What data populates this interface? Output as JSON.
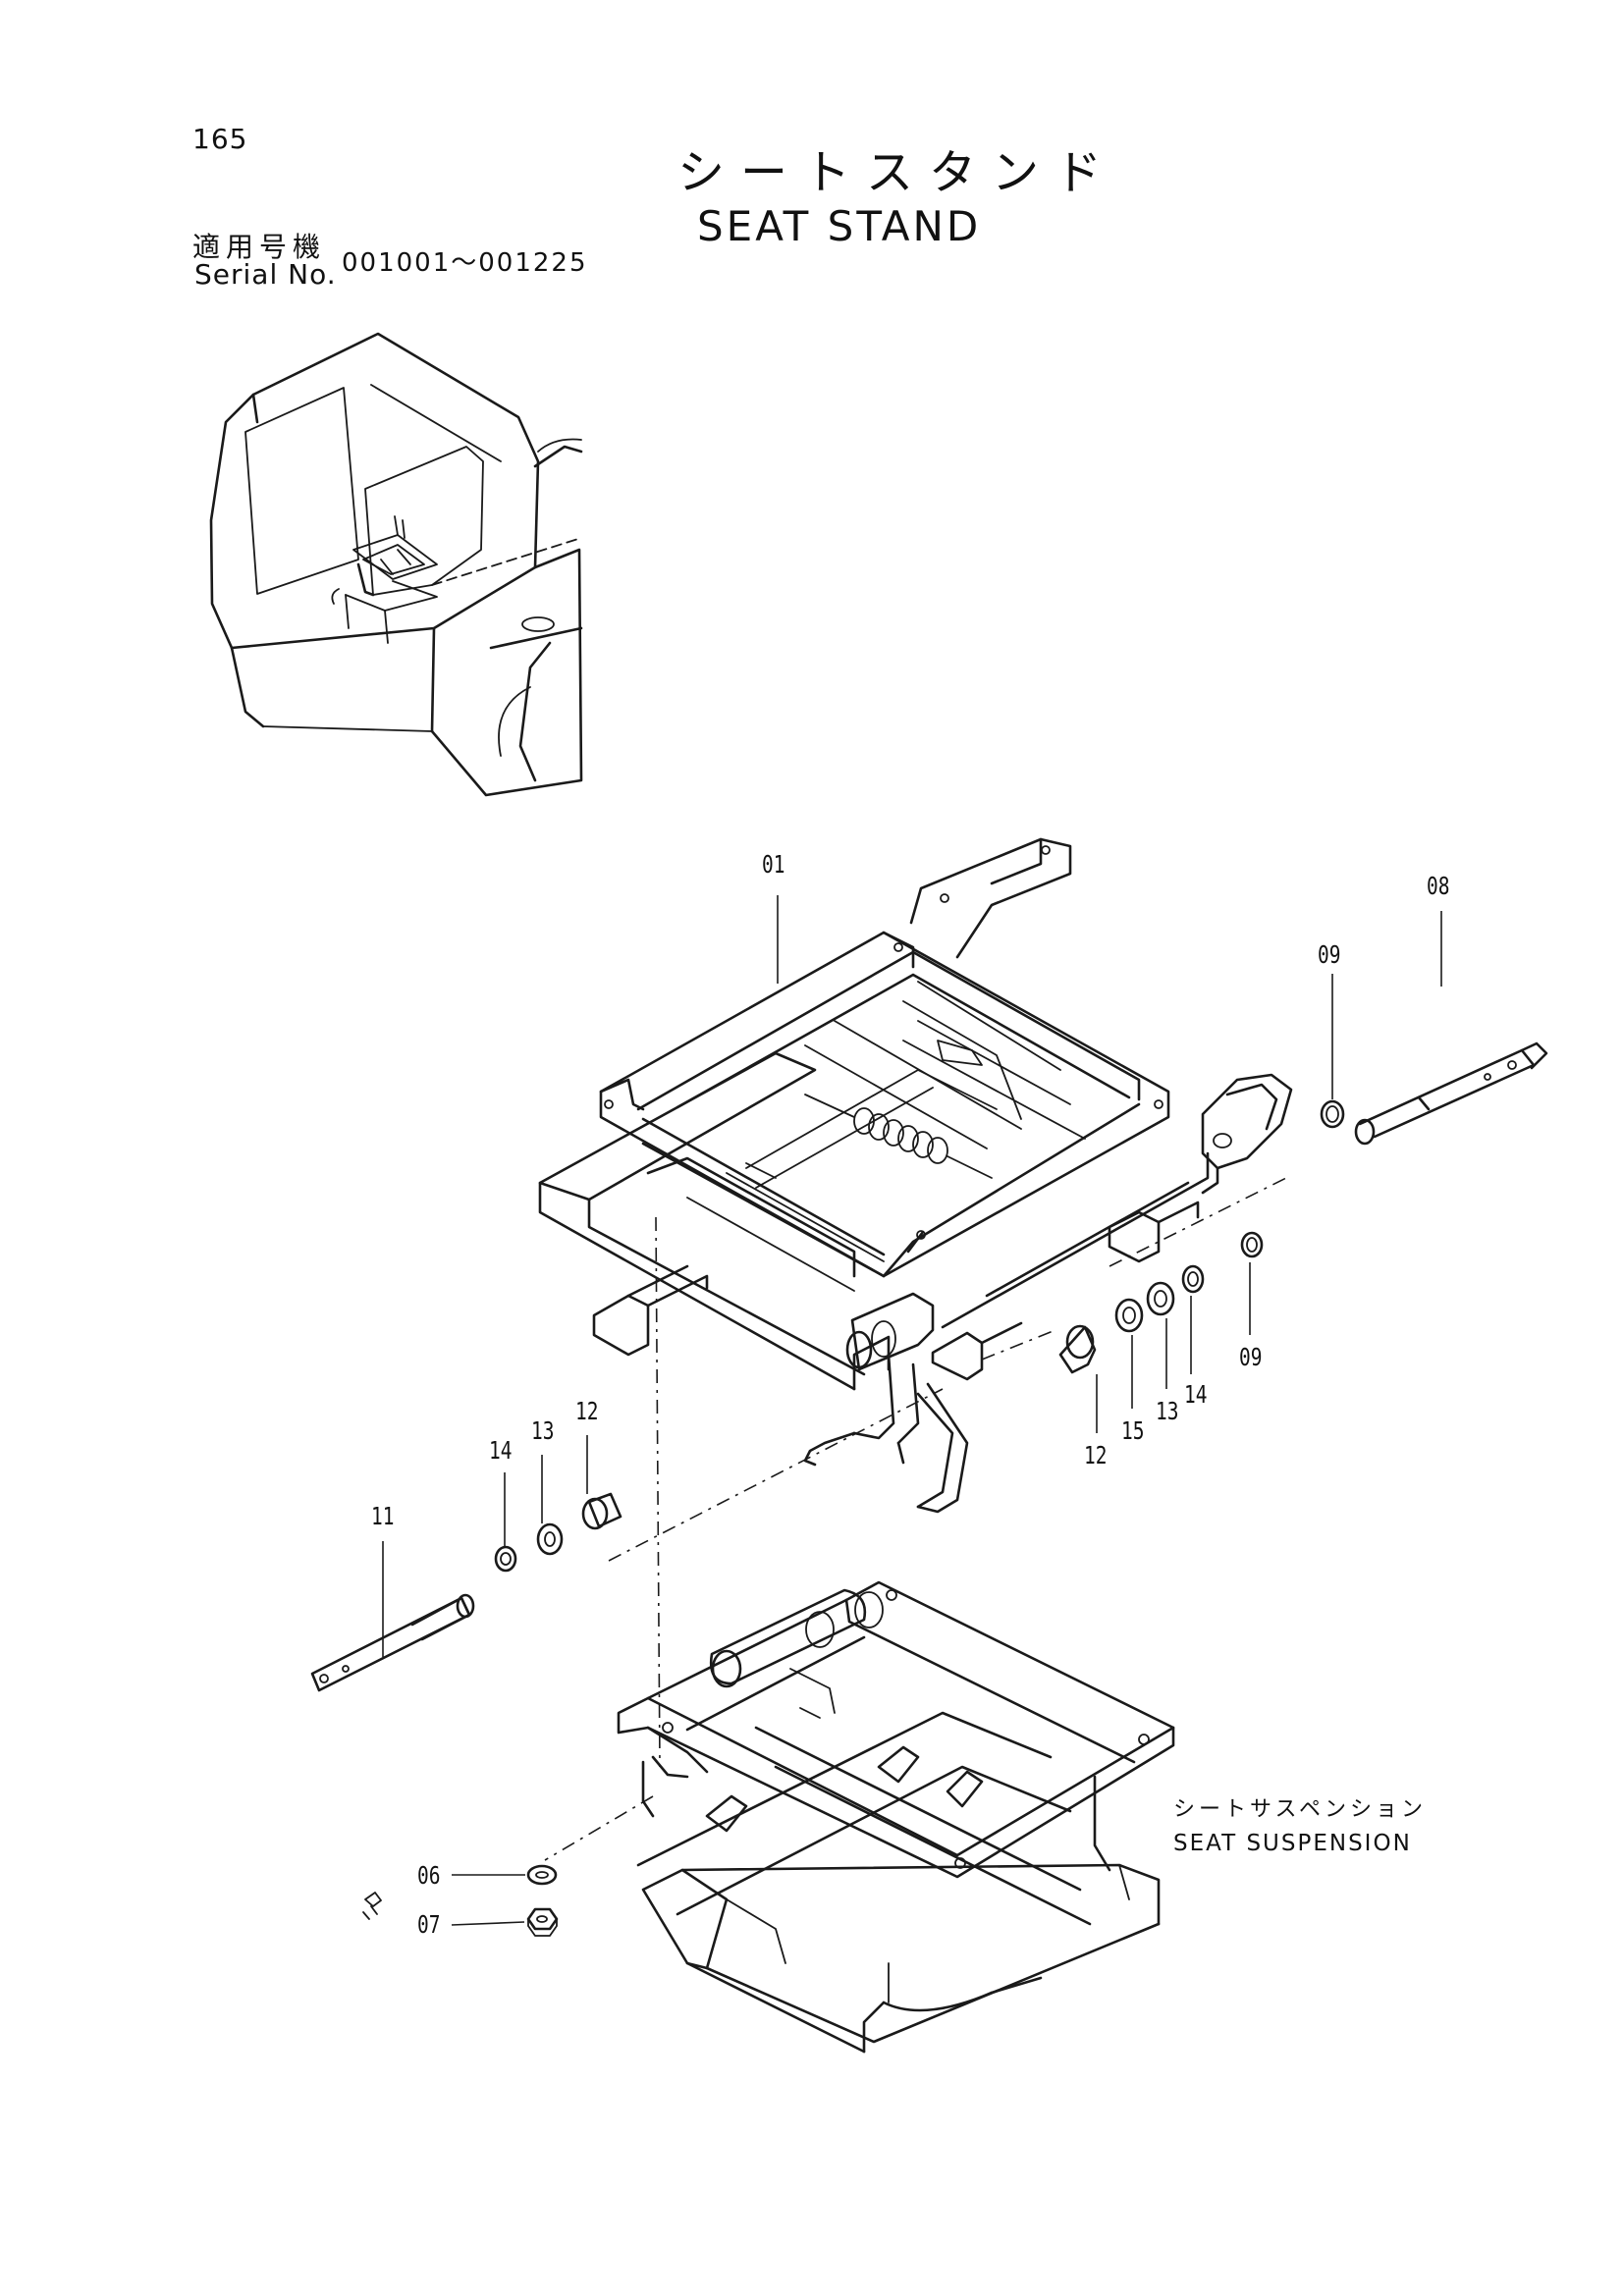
{
  "page": {
    "number": "165",
    "title_jp": "シートスタンド",
    "title_en": "SEAT STAND",
    "serial_label_jp": "適用号機",
    "serial_label_en": "Serial No.",
    "serial_range": "001001～001225"
  },
  "callout": {
    "label_jp": "シートサスペンション",
    "label_en": "SEAT SUSPENSION"
  },
  "parts": {
    "p01": "01",
    "p08": "08",
    "p09a": "09",
    "p09b": "09",
    "p12a": "12",
    "p15": "15",
    "p13a": "13",
    "p14a": "14",
    "p14b": "14",
    "p13b": "13",
    "p12b": "12",
    "p11": "11",
    "p06": "06",
    "p07": "07"
  }
}
